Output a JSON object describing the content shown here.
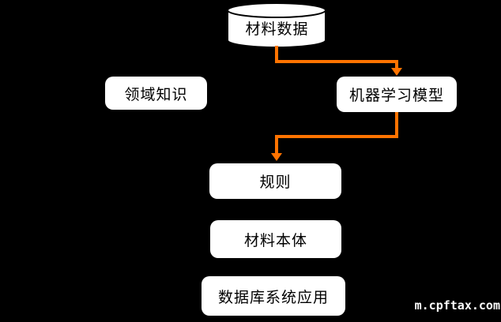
{
  "diagram": {
    "nodes": {
      "materials_data": {
        "label": "材料数据",
        "shape": "cylinder"
      },
      "domain_knowledge": {
        "label": "领域知识",
        "shape": "rounded-rectangle"
      },
      "ml_model": {
        "label": "机器学习模型",
        "shape": "rounded-rectangle"
      },
      "rules": {
        "label": "规则",
        "shape": "rounded-rectangle"
      },
      "materials_ontology": {
        "label": "材料本体",
        "shape": "rounded-rectangle"
      },
      "database_app": {
        "label": "数据库系统应用",
        "shape": "rounded-rectangle"
      }
    },
    "edges": [
      {
        "from": "materials_data",
        "to": "ml_model",
        "style": "orthogonal-arrow"
      },
      {
        "from": "ml_model",
        "to": "rules",
        "style": "orthogonal-arrow"
      }
    ],
    "colors": {
      "background": "#000000",
      "node_fill": "#ffffff",
      "node_text": "#000000",
      "node_border": "#000000",
      "arrow": "#ff7300",
      "watermark": "#ffffff"
    }
  },
  "watermark": {
    "text": "m.cpftax.com"
  }
}
